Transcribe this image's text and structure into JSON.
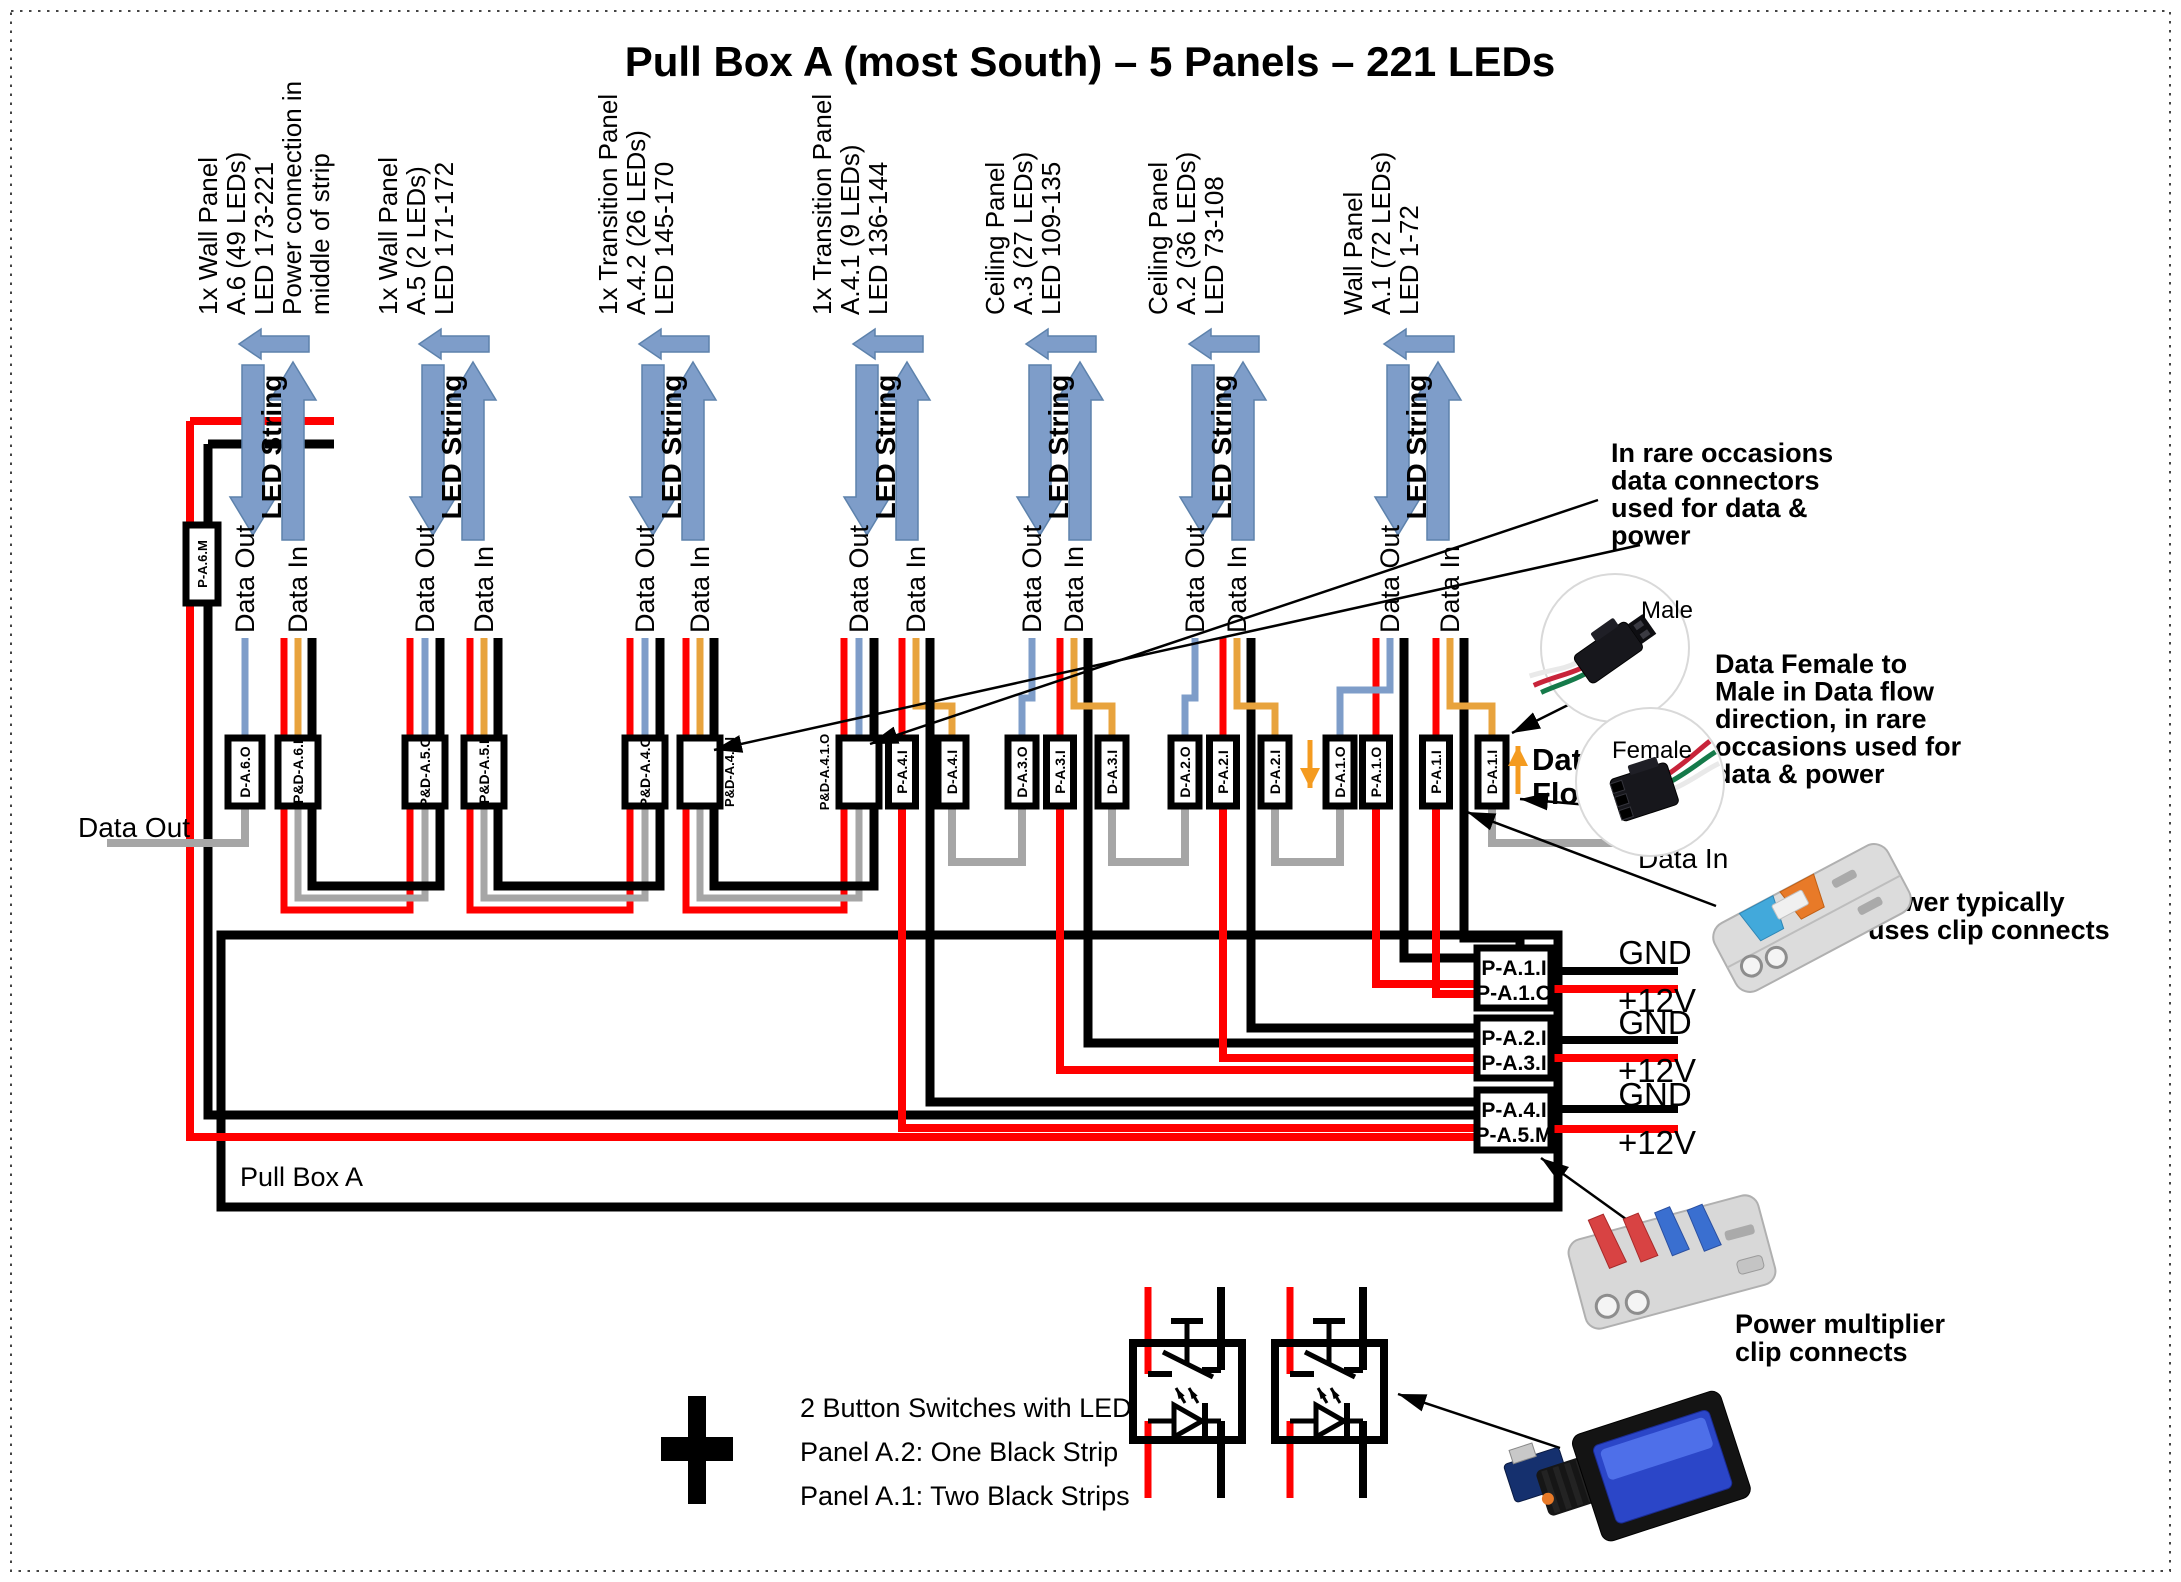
{
  "title": "Pull Box A (most South) – 5 Panels – 221 LEDs",
  "shared": {
    "led_string_label": "LED String",
    "data_out_label": "Data Out",
    "data_in_label": "Data In"
  },
  "panels": [
    {
      "name": "A.6",
      "label_lines": [
        "1x Wall Panel",
        "A.6 (49 LEDs)",
        "LED 173-221",
        "Power connection in",
        "middle of strip"
      ],
      "out_connectors": [
        "D-A.6.O"
      ],
      "in_connectors": [
        "P&D-A.6.I"
      ]
    },
    {
      "name": "A.5",
      "label_lines": [
        "1x Wall Panel",
        "A.5 (2 LEDs)",
        "LED 171-172"
      ],
      "out_connectors": [
        "P&D-A.5.O"
      ],
      "in_connectors": [
        "P&D-A.5.I"
      ]
    },
    {
      "name": "A.4.2",
      "label_lines": [
        "1x Transition Panel",
        "A.4.2 (26 LEDs)",
        "LED 145-170"
      ],
      "out_connectors": [
        "P&D-A.4.O"
      ],
      "in_connectors": [
        "P&D-A.4.2.I"
      ]
    },
    {
      "name": "A.4.1",
      "label_lines": [
        "1x Transition Panel",
        "A.4.1 (9 LEDs)",
        "LED 136-144"
      ],
      "out_connectors": [
        "P&D-A.4.1.O"
      ],
      "in_connectors": [
        "P-A.4.I",
        "D-A.4.I"
      ]
    },
    {
      "name": "A.3",
      "label_lines": [
        "Ceiling Panel",
        "A.3 (27 LEDs)",
        "LED 109-135"
      ],
      "out_connectors": [
        "D-A.3.O"
      ],
      "in_connectors": [
        "P-A.3.I",
        "D-A.3.I"
      ]
    },
    {
      "name": "A.2",
      "label_lines": [
        "Ceiling Panel",
        "A.2 (36 LEDs)",
        "LED 73-108"
      ],
      "out_connectors": [
        "D-A.2.O"
      ],
      "in_connectors": [
        "P-A.2.I",
        "D-A.2.I"
      ]
    },
    {
      "name": "A.1",
      "label_lines": [
        "Wall Panel",
        "A.1 (72 LEDs)",
        "LED 1-72"
      ],
      "out_connectors": [
        "D-A.1.O",
        "P-A.1.O"
      ],
      "in_connectors": [
        "P-A.1.I",
        "D-A.1.I"
      ]
    }
  ],
  "left_feed": {
    "connector": "P-A.6.M",
    "data_out_label": "Data Out"
  },
  "pull_box": {
    "label": "Pull Box A"
  },
  "power_boxes": [
    {
      "line1": "P-A.1.I",
      "line2": "P-A.1.O",
      "gnd": "GND",
      "v12": "+12V"
    },
    {
      "line1": "P-A.2.I",
      "line2": "P-A.3.I",
      "gnd": "GND",
      "v12": "+12V"
    },
    {
      "line1": "P-A.4.I",
      "line2": "P-A.5.M",
      "gnd": "GND",
      "v12": "+12V"
    }
  ],
  "annotations": {
    "rare_data": [
      "In rare occasions",
      "data connectors",
      "used for data &",
      "power"
    ],
    "female_male": [
      "Data Female to",
      "Male in Data flow",
      "direction, in rare",
      "occasions used for",
      "data & power"
    ],
    "male_label": "Male",
    "female_label": "Female",
    "data_flow": [
      "Data",
      "Flow"
    ],
    "data_in_label": "Data In",
    "power_clip": [
      "Power typically",
      "uses clip connects"
    ],
    "power_multiplier": [
      "Power multiplier",
      "clip connects"
    ],
    "switches": [
      "2 Button Switches with LED",
      "Panel A.2: One Black Strip",
      "Panel A.1: Two Black Strips"
    ]
  },
  "colors": {
    "wire_red": "#ff0000",
    "wire_black": "#000000",
    "wire_gray": "#a6a6a6",
    "wire_blue": "#7e9dc9",
    "wire_orange": "#e8a33d",
    "arrow_blue_fill": "#7e9dc9",
    "arrow_blue_stroke": "#5d82ac",
    "data_flow_orange": "#f49b20"
  }
}
